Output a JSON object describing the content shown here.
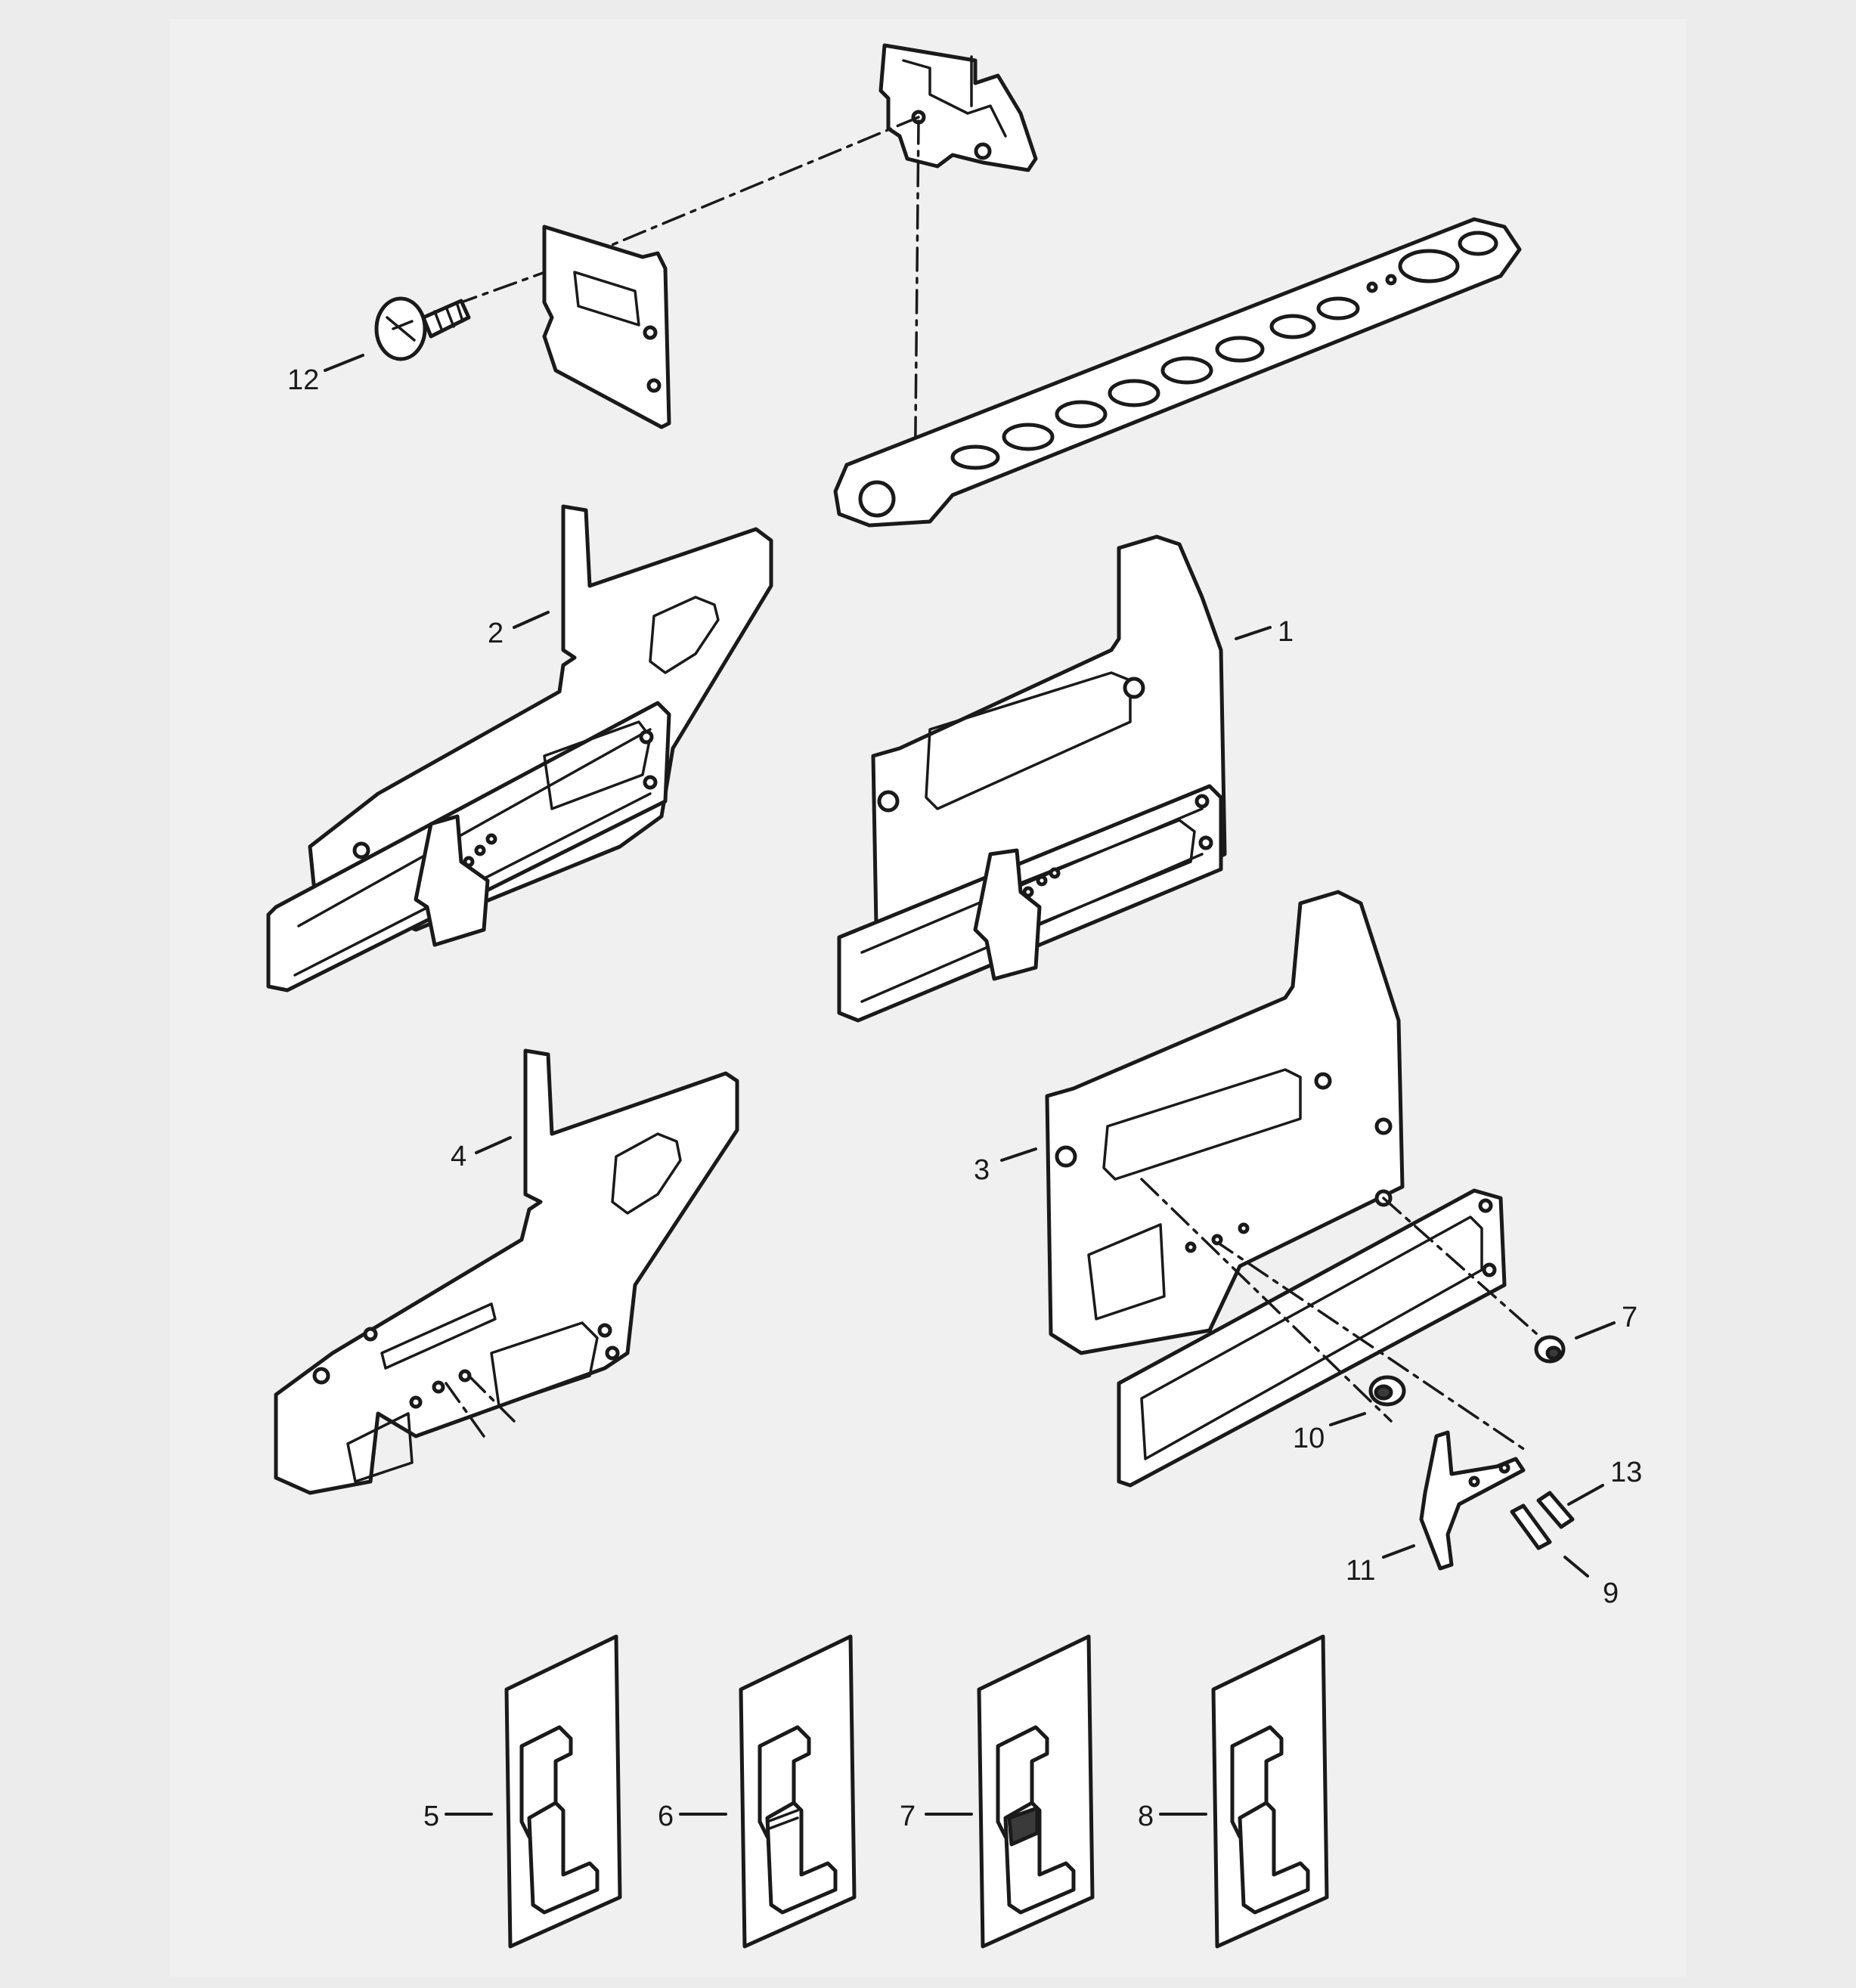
{
  "diagram": {
    "background": "#ececec",
    "ink": "#1a1a1a",
    "callouts": [
      {
        "id": "c1",
        "text": "1"
      },
      {
        "id": "c2",
        "text": "2"
      },
      {
        "id": "c3",
        "text": "3"
      },
      {
        "id": "c4",
        "text": "4"
      },
      {
        "id": "c5",
        "text": "5"
      },
      {
        "id": "c6",
        "text": "6"
      },
      {
        "id": "c7a",
        "text": "7"
      },
      {
        "id": "c7b",
        "text": "7"
      },
      {
        "id": "c8",
        "text": "8"
      },
      {
        "id": "c9",
        "text": "9"
      },
      {
        "id": "c10",
        "text": "10"
      },
      {
        "id": "c11",
        "text": "11"
      },
      {
        "id": "c12",
        "text": "12"
      },
      {
        "id": "c13",
        "text": "13"
      }
    ]
  }
}
